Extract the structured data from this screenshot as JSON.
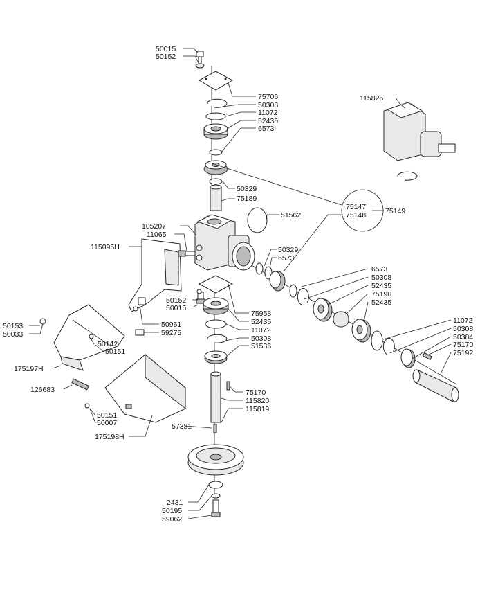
{
  "diagram_title": "",
  "parts": {
    "p50015_top": "50015",
    "p50152_top": "50152",
    "p75706": "75706",
    "p50308_a": "50308",
    "p11072_a": "11072",
    "p52435_a": "52435",
    "p6573_a": "6573",
    "p50329_a": "50329",
    "p75189": "75189",
    "p115825": "115825",
    "p75147": "75147",
    "p75148": "75148",
    "p75149": "75149",
    "p51562": "51562",
    "p105207": "105207",
    "p11065": "11065",
    "p115095H": "115095H",
    "p50329_b": "50329",
    "p6573_b": "6573",
    "p6573_c": "6573",
    "p50308_b": "50308",
    "p52435_b": "52435",
    "p75190": "75190",
    "p52435_c": "52435",
    "p50152_mid": "50152",
    "p50015_mid": "50015",
    "p75958": "75958",
    "p52435_d": "52435",
    "p11072_b": "11072",
    "p50308_c": "50308",
    "p51536": "51536",
    "p50961": "50961",
    "p59275": "59275",
    "p50153": "50153",
    "p50033": "50033",
    "p50142": "50142",
    "p50151_a": "50151",
    "p175197H": "175197H",
    "p126683": "126683",
    "p11072_c": "11072",
    "p50308_d": "50308",
    "p50384": "50384",
    "p75170_a": "75170",
    "p75192": "75192",
    "p75170_b": "75170",
    "p115820": "115820",
    "p115819": "115819",
    "p50151_b": "50151",
    "p50007": "50007",
    "p175198H": "175198H",
    "p57381": "57381",
    "p2431": "2431",
    "p50195": "50195",
    "p59062": "59062"
  }
}
